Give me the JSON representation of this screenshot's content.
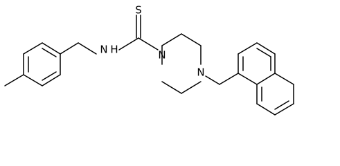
{
  "atoms": {
    "S": "S",
    "NH": "N",
    "H": "H",
    "N_thioamide": "N",
    "N_benzylic": "N"
  },
  "colors": {
    "bond": "#000000",
    "label": "#000000",
    "background": "#ffffff"
  }
}
